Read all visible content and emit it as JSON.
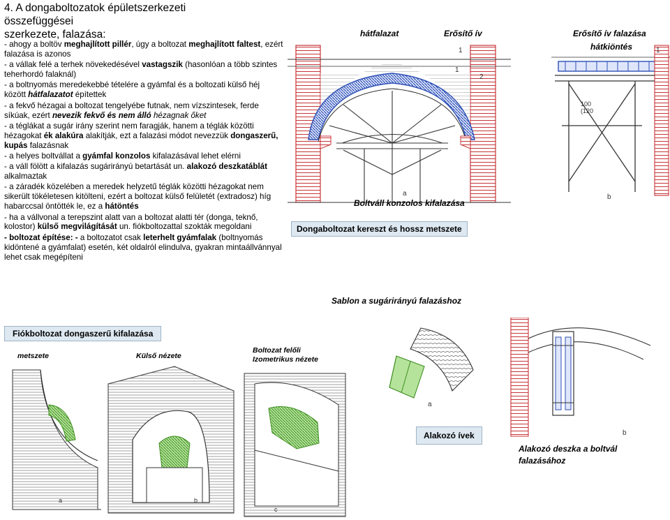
{
  "title": {
    "line1": "4. A dongaboltozatok épületszerkezeti",
    "line2": "összefüggései",
    "line3": "szerkezete, falazása:"
  },
  "paragraphs": [
    {
      "runs": [
        {
          "t": "- ahogy a boltöv "
        },
        {
          "t": "meghajlított pillér",
          "b": 1
        },
        {
          "t": ", úgy a boltozat "
        },
        {
          "t": "meghajlított faltest",
          "b": 1
        },
        {
          "t": ", ezért falazása is azonos"
        }
      ]
    },
    {
      "runs": [
        {
          "t": "- a vállak felé a terhek növekedésével "
        },
        {
          "t": "vastagszik",
          "b": 1
        },
        {
          "t": " (hasonlóan a több szintes teherhordó falaknál)"
        }
      ]
    },
    {
      "runs": [
        {
          "t": "- a boltnyomás meredekebbé tételére a gyámfal és a boltozati külső héj között "
        },
        {
          "t": "hátfalazatot",
          "b": 1,
          "i": 1
        },
        {
          "t": " építettek"
        }
      ]
    },
    {
      "runs": [
        {
          "t": "- a fekvő hézagai a boltozat tengelyébe futnak, nem vízszintesek, ferde síkúak, ezért "
        },
        {
          "t": "nevezik fekvő és nem álló",
          "b": 1,
          "i": 1
        },
        {
          "t": " hézagnak őket",
          "i": 1
        }
      ]
    },
    {
      "runs": [
        {
          "t": "- a téglákat a sugár irány szerint nem faragják, hanem a téglák közötti hézagokat "
        },
        {
          "t": "ék alakúra",
          "b": 1
        },
        {
          "t": " alakítják, ezt a falazási módot nevezzük "
        },
        {
          "t": "dongaszerű, kupás",
          "b": 1
        },
        {
          "t": " falazásnak"
        }
      ]
    },
    {
      "runs": [
        {
          "t": "- a helyes boltvállat a "
        },
        {
          "t": "gyámfal konzolos",
          "b": 1
        },
        {
          "t": " kifalazásával lehet elérni"
        }
      ]
    },
    {
      "runs": [
        {
          "t": "- a váll fölött a kifalazás sugárirányú betartását un. "
        },
        {
          "t": "alakozó deszkatáblát",
          "b": 1
        },
        {
          "t": " alkalmaztak"
        }
      ]
    },
    {
      "runs": [
        {
          "t": "- a záradék közelében a meredek helyzetű téglák közötti hézagokat nem sikerült tökéletesen kitölteni, ezért a boltozat külső felületét (extradosz) híg habarccsal öntötték le, ez a "
        },
        {
          "t": "hátöntés",
          "b": 1
        }
      ]
    },
    {
      "runs": [
        {
          "t": "- ha  a vállvonal a terepszint alatt van a boltozat alatti tér (donga, teknő, kolostor) "
        },
        {
          "t": "külső megvilágítását",
          "b": 1
        },
        {
          "t": " un. fiókboltozattal szokták megoldani"
        }
      ]
    },
    {
      "runs": [
        {
          "t": "- boltozat építése: - ",
          "b": 1
        },
        {
          "t": "a boltozatot csak "
        },
        {
          "t": "leterhelt gyámfalak",
          "b": 1
        },
        {
          "t": " (boltnyomás kidöntené a gyámfalat) esetén, két oldalról elindulva, gyakran mintaállvánnyal lehet csak megépíteni"
        }
      ]
    }
  ],
  "labels": {
    "hatfalazat": "hátfalazat",
    "erosito_iv": "Erősítő ív",
    "erosito_iv_falazasa": "Erősítő ív falazása",
    "hatkiontes": "hátkiöntés",
    "boltvall": "Boltváll konzolos kifalazása",
    "dim_100": "100",
    "dim_120": "(120",
    "a_upper": "a",
    "b_upper": "b",
    "num1": "1",
    "num2": "2",
    "num1b": "1",
    "num1c": "1",
    "metszete": "metszete",
    "kulso_nezete": "Külső nézete",
    "izometrikus": "Boltozat felőli Izometrikus nézete",
    "alakozo_deszka": "Alakozó deszka a boltvál falazásához",
    "a_lower": "a",
    "b_lower": "b",
    "c_lower": "c",
    "a_sablon": "a",
    "b_sablon": "b"
  },
  "boxes": {
    "dongaboltozat": "Dongaboltozat kereszt és hossz metszete",
    "sablon": "Sablon a sugárirányú falazáshoz",
    "fiokboltozat": "Fiókboltozat dongaszerű kifalazása",
    "alakozo_ivek": "Alakozó ívek"
  },
  "colors": {
    "box_fill": "#dde8f1",
    "blue_hatch": "#2d4fb5",
    "red_hatch": "#c8353a",
    "green_hatch": "#6fc24a",
    "line": "#333333"
  }
}
